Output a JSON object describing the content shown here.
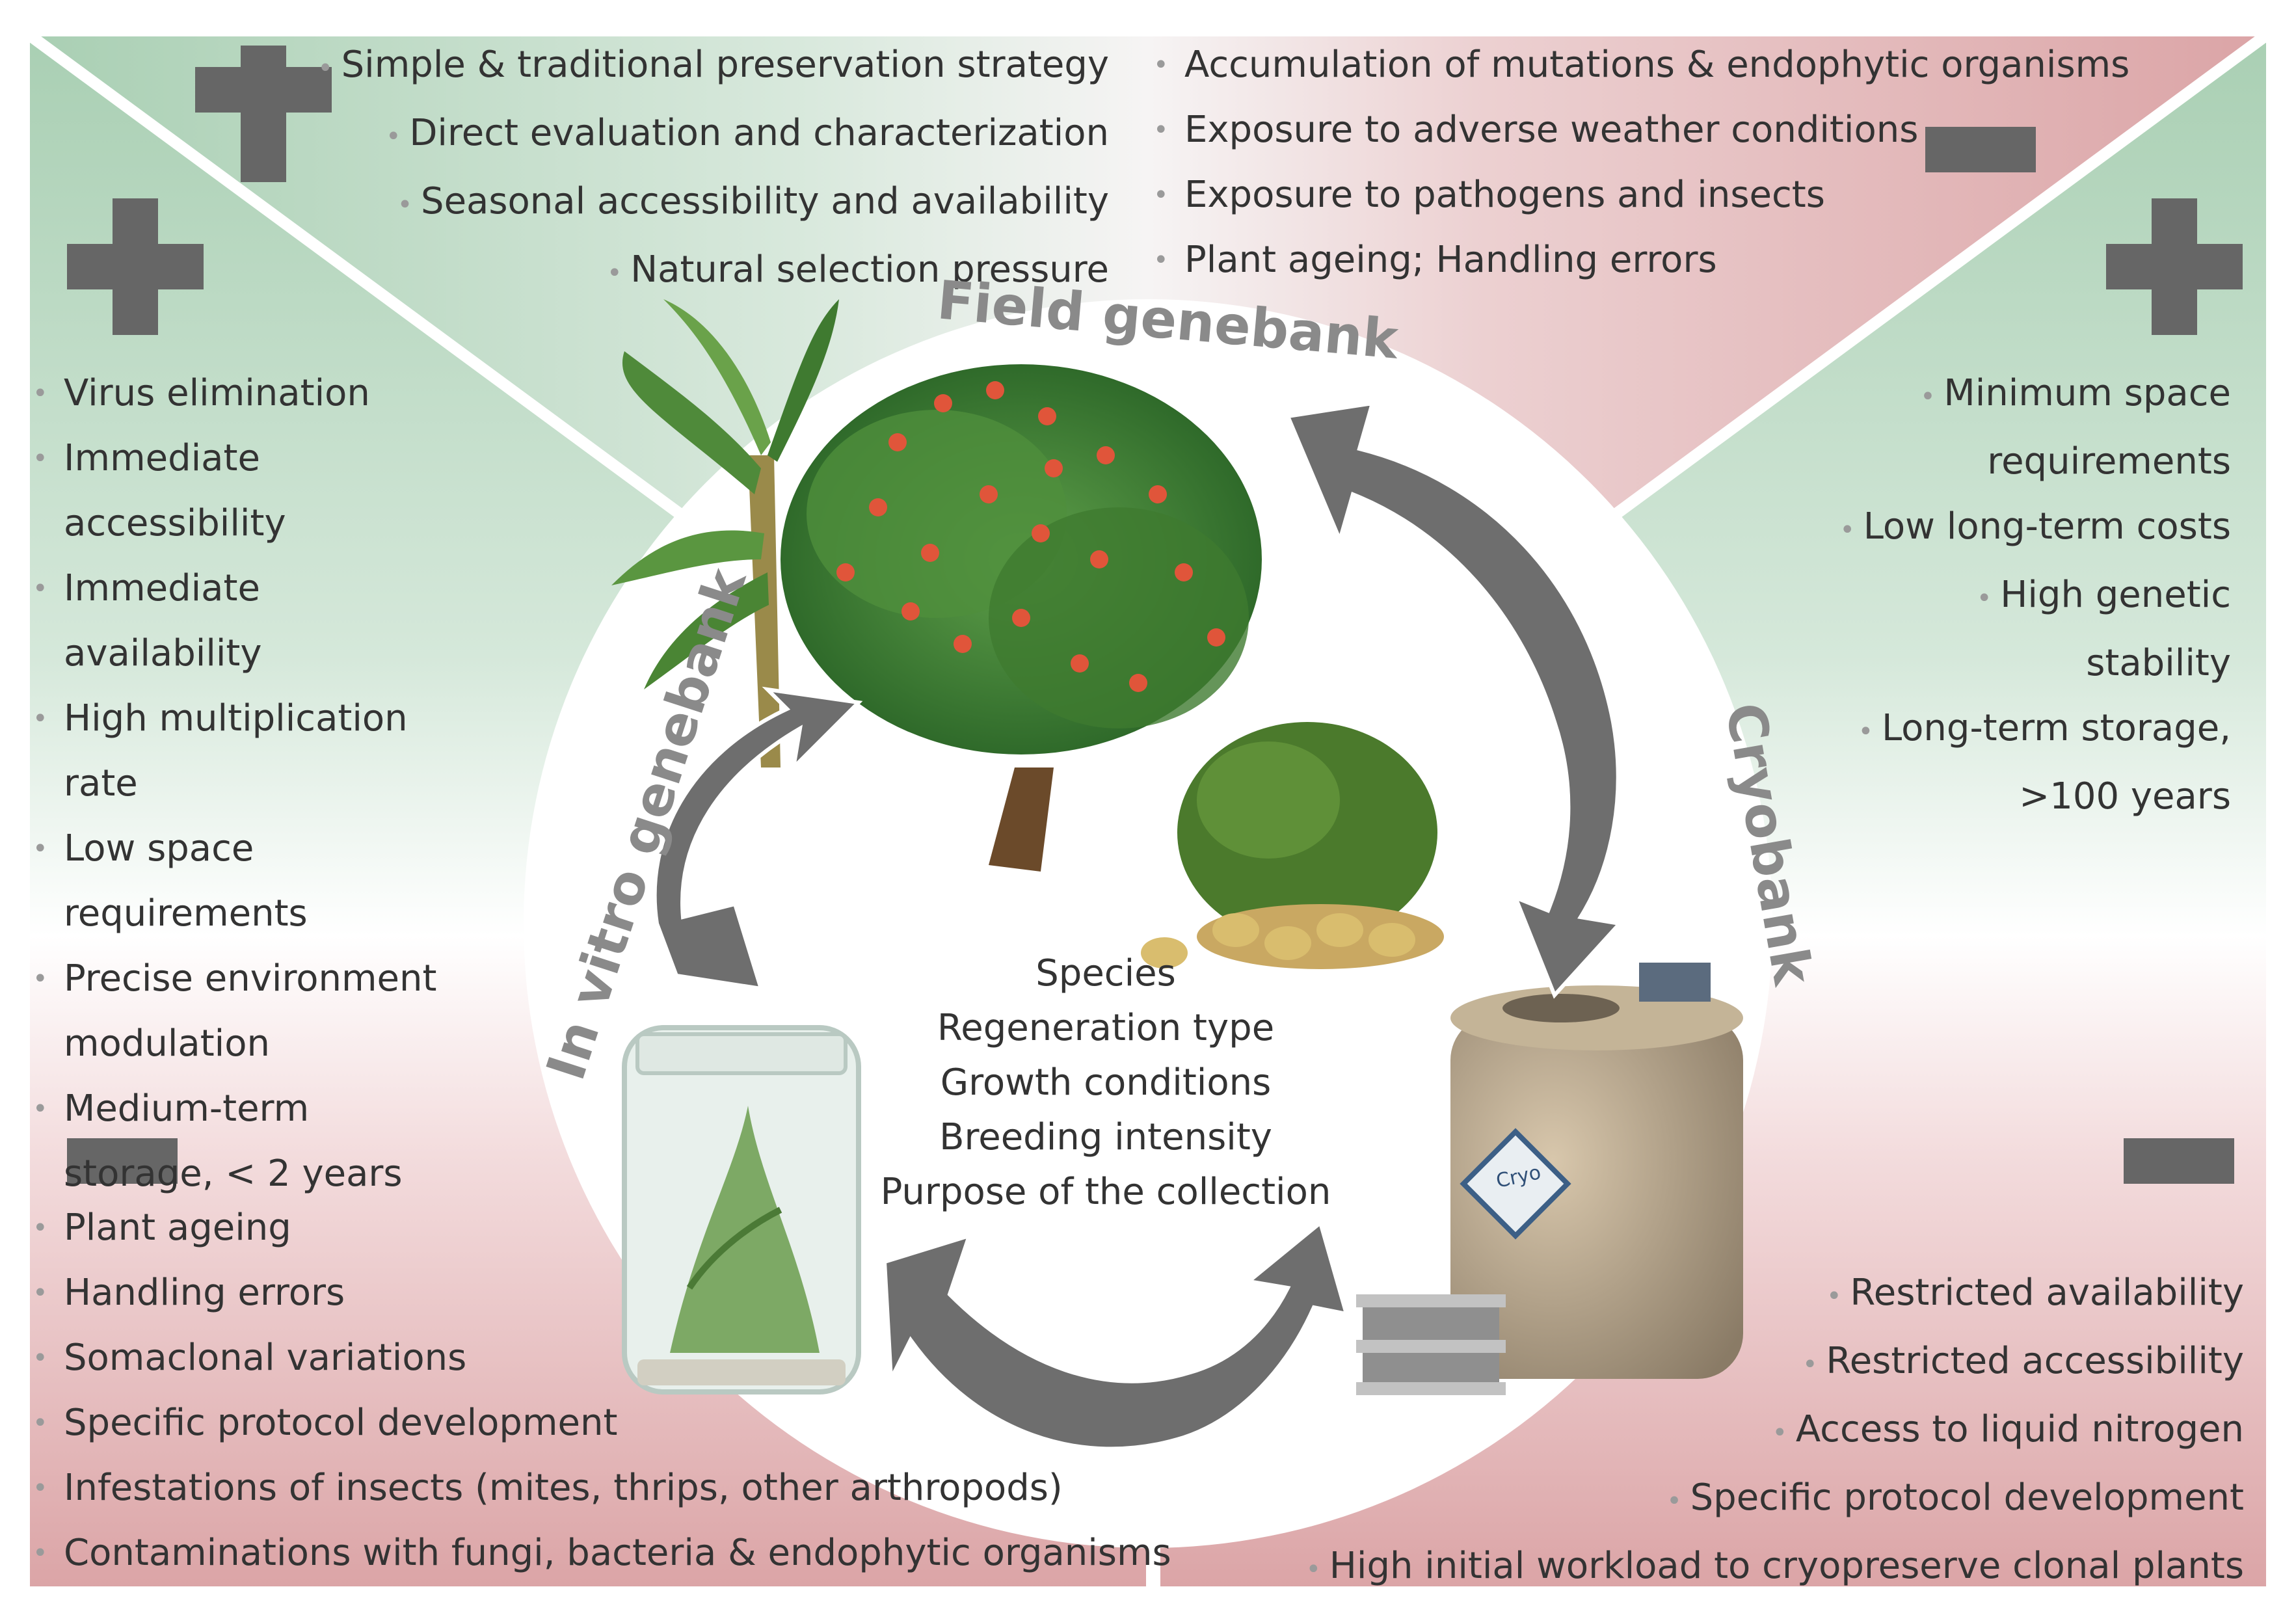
{
  "field_genebank": {
    "label": "Field genebank",
    "advantages": [
      "Simple & traditional preservation strategy",
      "Direct evaluation and characterization",
      "Seasonal accessibility and availability",
      "Natural selection pressure"
    ],
    "disadvantages": [
      "Accumulation of mutations & endophytic organisms",
      "Exposure to adverse weather conditions",
      "Exposure to pathogens and insects",
      "Plant ageing; Handling errors"
    ]
  },
  "in_vitro_genebank": {
    "label": "In vitro genebank",
    "advantages": [
      "Virus elimination",
      "Immediate accessibility",
      "Immediate availability",
      "High multiplication rate",
      "Low space requirements",
      "Precise environment modulation",
      "Medium-term storage, < 2 years"
    ],
    "disadvantages": [
      "Plant ageing",
      "Handling errors",
      "Somaclonal variations",
      "Specific protocol development",
      "Infestations of insects (mites, thrips, other arthropods)",
      "Contaminations with fungi, bacteria & endophytic organisms"
    ]
  },
  "cryobank": {
    "label": "Cryobank",
    "advantages": [
      "Minimum space requirements",
      "Low long-term costs",
      "High genetic stability",
      "Long-term storage, >100 years"
    ],
    "disadvantages": [
      "Restricted availability",
      "Restricted accessibility",
      "Access to liquid nitrogen",
      "Specific protocol development",
      "High initial workload to cryopreserve clonal plants"
    ],
    "tank_label": "Cryo"
  },
  "center_factors": [
    "Species",
    "Regeneration type",
    "Growth conditions",
    "Breeding intensity",
    "Purpose of the collection"
  ],
  "colors": {
    "advantage_green": "#a9cfb3",
    "disadvantage_red": "#dba4a6",
    "sign_gray": "#666666",
    "arrow_gray": "#6e6e6e",
    "label_gray": "#8a8a8a",
    "text": "#333333"
  }
}
